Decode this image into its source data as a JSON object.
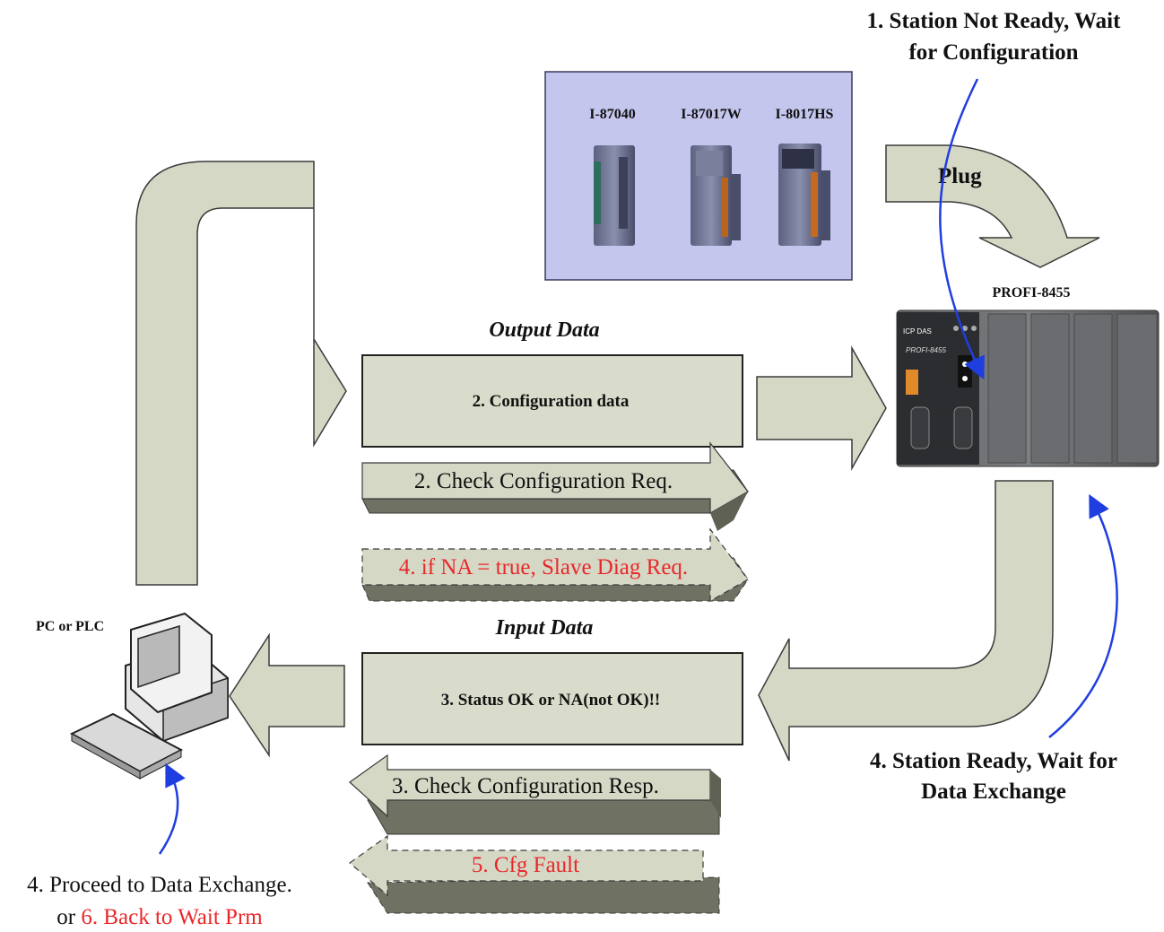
{
  "status_top": {
    "line1": "1. Station Not Ready, Wait",
    "line2": "for Configuration"
  },
  "modules": [
    {
      "label": "I-87040"
    },
    {
      "label": "I-87017W"
    },
    {
      "label": "I-8017HS"
    }
  ],
  "plug_label": "Plug",
  "device_label": "PROFI-8455",
  "device_face": {
    "brand": "ICP DAS",
    "model": "PROFI-8455"
  },
  "output": {
    "heading": "Output Data",
    "box_label": "2. Configuration data",
    "req1": "2. Check Configuration Req.",
    "req2": "4. if NA = true, Slave Diag Req."
  },
  "input": {
    "heading": "Input Data",
    "box_label": "3. Status OK or NA(not OK)!!",
    "resp1": "3. Check Configuration Resp.",
    "resp2": "5. Cfg Fault"
  },
  "pc_label": "PC or PLC",
  "status_ready": {
    "line1": "4. Station Ready, Wait for",
    "line2": "Data Exchange"
  },
  "proceed": {
    "line1": "4. Proceed to Data Exchange.",
    "line2_prefix": "or ",
    "line2_red": "6. Back to Wait Prm"
  },
  "colors": {
    "arrow_fill": "#d6d8c6",
    "box_fill": "#d9dccb",
    "panel_fill": "#c4c6ee",
    "red_text": "#e8282a",
    "blue_arrow": "#1f3ee0"
  }
}
